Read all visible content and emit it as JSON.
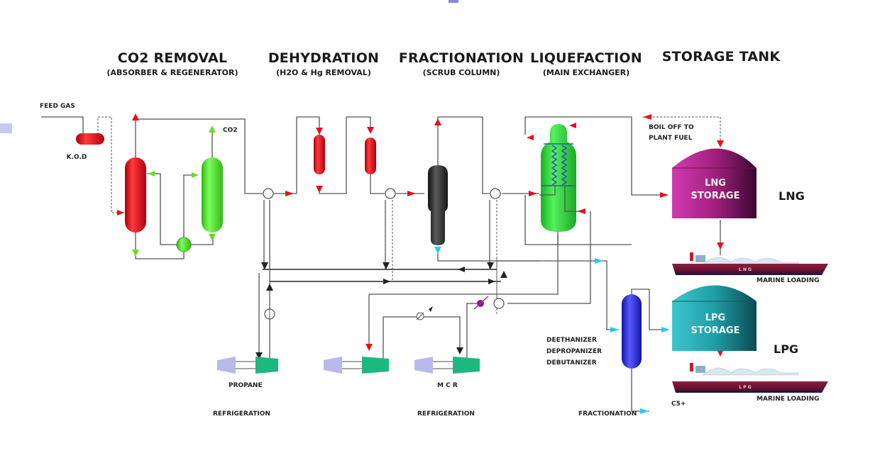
{
  "diagram": {
    "title": "LNG Plant Process Flow",
    "sections": [
      {
        "title": "CO2 REMOVAL",
        "subtitle": "(ABSORBER & REGENERATOR)"
      },
      {
        "title": "DEHYDRATION",
        "subtitle": "(H2O & Hg REMOVAL)"
      },
      {
        "title": "FRACTIONATION",
        "subtitle": "(SCRUB COLUMN)"
      },
      {
        "title": "LIQUEFACTION",
        "subtitle": "(MAIN EXCHANGER)"
      },
      {
        "title": "STORAGE TANK",
        "subtitle": ""
      }
    ],
    "labels": {
      "feed_gas": "FEED GAS",
      "kod": "K.O.D",
      "co2": "CO2",
      "boil_off_line1": "BOIL OFF TO",
      "boil_off_line2": "PLANT FUEL",
      "lng_storage_line1": "LNG",
      "lng_storage_line2": "STORAGE",
      "lng": "LNG",
      "lpg_storage_line1": "LPG",
      "lpg_storage_line2": "STORAGE",
      "lpg": "LPG",
      "marine_loading_1": "MARINE LOADING",
      "marine_loading_2": "MARINE LOADING",
      "ship_lng_text": "L   N   G",
      "ship_lpg_text": "L   P   G",
      "deethanizer": "DEETHANIZER",
      "depropanizer": "DEPROPANIZER",
      "debutanizer": "DEBUTANIZER",
      "fractionation": "FRACTIONATION",
      "c5plus": "C5+",
      "propane": "PROPANE",
      "mcr": "M C R",
      "refrigeration_1": "REFRIGERATION",
      "refrigeration_2": "REFRIGERATION"
    },
    "colors": {
      "absorber_red": "#e0141a",
      "regenerator_green": "#44dd22",
      "scrub_black": "#2a2a2a",
      "exchanger_green": "#2ed03a",
      "lng_tank_magenta": "#b0208f",
      "lpg_tank_teal": "#22a3ad",
      "frac_blue": "#2a2ae0",
      "compressor_green": "#1db87f",
      "turbine_lavender": "#b8b8ec",
      "arrow_red": "#e8101a",
      "arrow_cyan": "#22ccee",
      "arrow_green": "#66dd22"
    }
  }
}
